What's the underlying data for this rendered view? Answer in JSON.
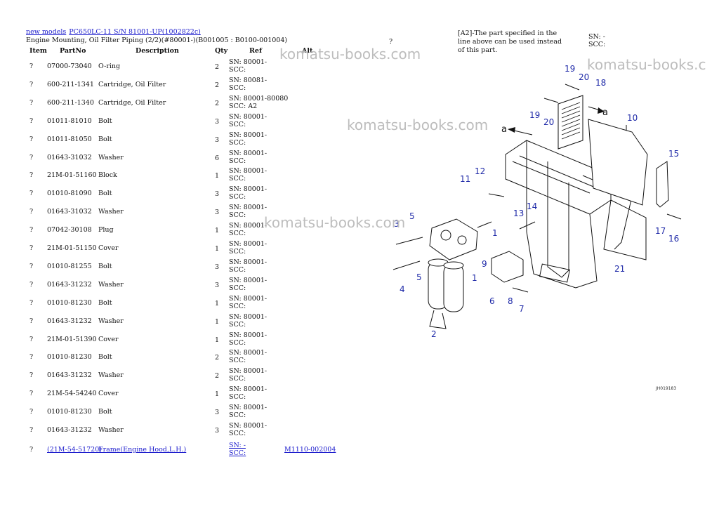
{
  "breadcrumb": {
    "models_link": "new models",
    "model_link": "PC650LC-11 S/N 81001-UP(1002822c)"
  },
  "page_title": "Engine Mounting, Oil Filter Piping (2/2)(#80001-)(B001005 : B0100-001004)",
  "question_mark": "?",
  "note": "[A2]-The part specified in the line above can be used instead of this part.",
  "sn_top": {
    "sn": "SN: -",
    "scc": "SCC:"
  },
  "columns": {
    "item": "Item",
    "partno": "PartNo",
    "description": "Description",
    "qty": "Qty",
    "ref": "Ref",
    "alt": "Alt"
  },
  "rows": [
    {
      "item": "?",
      "partno": "07000-73040",
      "desc": "O-ring",
      "qty": "2",
      "sn": "SN: 80001-",
      "scc": "SCC:"
    },
    {
      "item": "?",
      "partno": "600-211-1341",
      "desc": "Cartridge, Oil Filter",
      "qty": "2",
      "sn": "SN: 80081-",
      "scc": "SCC:"
    },
    {
      "item": "?",
      "partno": "600-211-1340",
      "desc": "Cartridge, Oil Filter",
      "qty": "2",
      "sn": "SN: 80001-80080",
      "scc": "SCC: A2"
    },
    {
      "item": "?",
      "partno": "01011-81010",
      "desc": "Bolt",
      "qty": "3",
      "sn": "SN: 80001-",
      "scc": "SCC:"
    },
    {
      "item": "?",
      "partno": "01011-81050",
      "desc": "Bolt",
      "qty": "3",
      "sn": "SN: 80001-",
      "scc": "SCC:"
    },
    {
      "item": "?",
      "partno": "01643-31032",
      "desc": "Washer",
      "qty": "6",
      "sn": "SN: 80001-",
      "scc": "SCC:"
    },
    {
      "item": "?",
      "partno": "21M-01-51160",
      "desc": "Block",
      "qty": "1",
      "sn": "SN: 80001-",
      "scc": "SCC:"
    },
    {
      "item": "?",
      "partno": "01010-81090",
      "desc": "Bolt",
      "qty": "3",
      "sn": "SN: 80001-",
      "scc": "SCC:"
    },
    {
      "item": "?",
      "partno": "01643-31032",
      "desc": "Washer",
      "qty": "3",
      "sn": "SN: 80001-",
      "scc": "SCC:"
    },
    {
      "item": "?",
      "partno": "07042-30108",
      "desc": "Plug",
      "qty": "1",
      "sn": "SN: 80001-",
      "scc": "SCC:"
    },
    {
      "item": "?",
      "partno": "21M-01-51150",
      "desc": "Cover",
      "qty": "1",
      "sn": "SN: 80001-",
      "scc": "SCC:"
    },
    {
      "item": "?",
      "partno": "01010-81255",
      "desc": "Bolt",
      "qty": "3",
      "sn": "SN: 80001-",
      "scc": "SCC:"
    },
    {
      "item": "?",
      "partno": "01643-31232",
      "desc": "Washer",
      "qty": "3",
      "sn": "SN: 80001-",
      "scc": "SCC:"
    },
    {
      "item": "?",
      "partno": "01010-81230",
      "desc": "Bolt",
      "qty": "1",
      "sn": "SN: 80001-",
      "scc": "SCC:"
    },
    {
      "item": "?",
      "partno": "01643-31232",
      "desc": "Washer",
      "qty": "1",
      "sn": "SN: 80001-",
      "scc": "SCC:"
    },
    {
      "item": "?",
      "partno": "21M-01-51390",
      "desc": "Cover",
      "qty": "1",
      "sn": "SN: 80001-",
      "scc": "SCC:"
    },
    {
      "item": "?",
      "partno": "01010-81230",
      "desc": "Bolt",
      "qty": "2",
      "sn": "SN: 80001-",
      "scc": "SCC:"
    },
    {
      "item": "?",
      "partno": "01643-31232",
      "desc": "Washer",
      "qty": "2",
      "sn": "SN: 80001-",
      "scc": "SCC:"
    },
    {
      "item": "?",
      "partno": "21M-54-54240",
      "desc": "Cover",
      "qty": "1",
      "sn": "SN: 80001-",
      "scc": "SCC:"
    },
    {
      "item": "?",
      "partno": "01010-81230",
      "desc": "Bolt",
      "qty": "3",
      "sn": "SN: 80001-",
      "scc": "SCC:"
    },
    {
      "item": "?",
      "partno": "01643-31232",
      "desc": "Washer",
      "qty": "3",
      "sn": "SN: 80001-",
      "scc": "SCC:"
    }
  ],
  "link_row": {
    "item": "?",
    "partno": "(21M-54-51720)",
    "desc": "Frame(Engine Hood,L.H.)",
    "sn": "SN: -",
    "scc": "SCC:",
    "alt": "M1110-002004"
  },
  "watermark": "komatsu-books.com",
  "watermark_cut": "komatsu-books.c",
  "diagram": {
    "figure_code": "JH019183",
    "callouts": [
      "19",
      "20",
      "18",
      "19",
      "20",
      "10",
      "15",
      "12",
      "11",
      "13",
      "14",
      "17",
      "16",
      "3",
      "5",
      "1",
      "9",
      "1",
      "4",
      "5",
      "6",
      "8",
      "7",
      "2",
      "21"
    ],
    "arrow_label": "a"
  }
}
